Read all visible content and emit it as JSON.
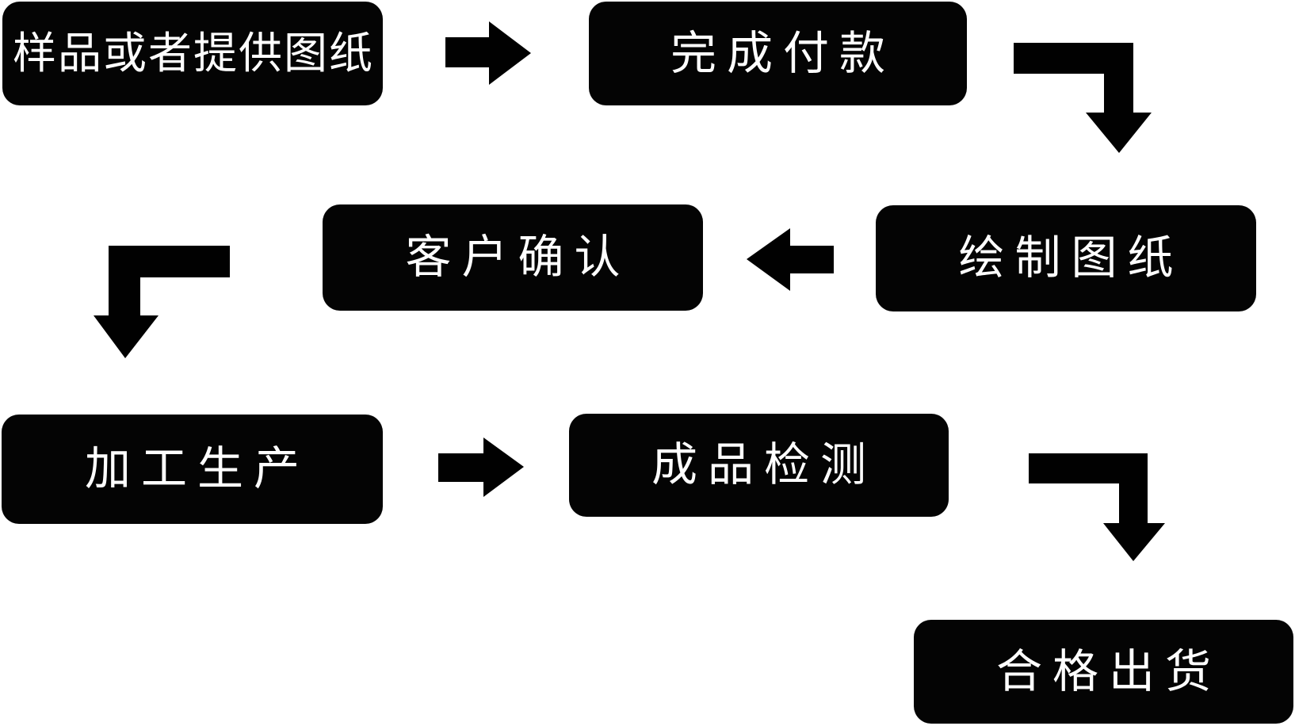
{
  "diagram": {
    "type": "flowchart",
    "background_color": "#ffffff",
    "node_fill_color": "#040404",
    "node_text_color": "#ffffff",
    "arrow_color": "#010101",
    "nodes": [
      {
        "id": "step-1",
        "label": "样品或者提供图纸"
      },
      {
        "id": "step-2",
        "label": "完成付款"
      },
      {
        "id": "step-3",
        "label": "绘制图纸"
      },
      {
        "id": "step-4",
        "label": "客户确认"
      },
      {
        "id": "step-5",
        "label": "加工生产"
      },
      {
        "id": "step-6",
        "label": "成品检测"
      },
      {
        "id": "step-7",
        "label": "合格出货"
      }
    ],
    "edges": [
      {
        "from": "样品或者提供图纸",
        "to": "完成付款",
        "direction": "right"
      },
      {
        "from": "完成付款",
        "to": "绘制图纸",
        "direction": "down"
      },
      {
        "from": "绘制图纸",
        "to": "客户确认",
        "direction": "left"
      },
      {
        "from": "客户确认",
        "to": "加工生产",
        "direction": "down"
      },
      {
        "from": "加工生产",
        "to": "成品检测",
        "direction": "right"
      },
      {
        "from": "成品检测",
        "to": "合格出货",
        "direction": "down"
      }
    ]
  }
}
